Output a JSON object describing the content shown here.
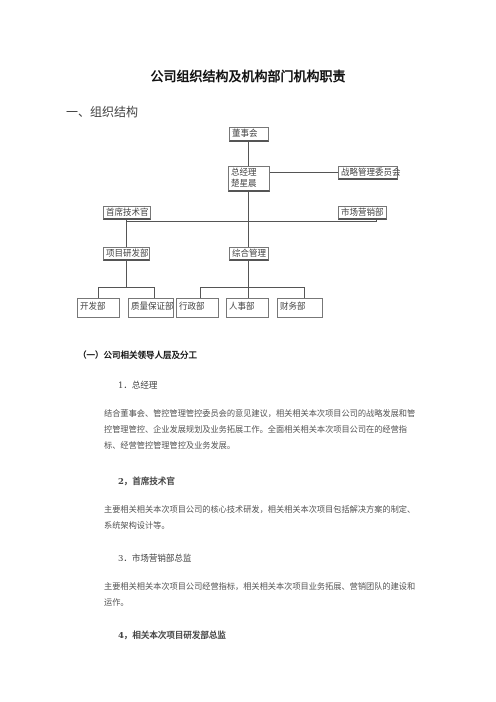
{
  "doc": {
    "title": "公司组织结构及机构部门机构职责",
    "heading1": "一、组织结构"
  },
  "org": {
    "board": "董事会",
    "gm_line1": "总经理",
    "gm_line2": "楚星晨",
    "strategy": "战略管理委员会",
    "cto": "首席技术官",
    "marketing": "市场营销部",
    "rnd": "项目研发部",
    "general_mgmt": "综合管理",
    "dev": "开发部",
    "qa": "质量保证部",
    "admin": "行政部",
    "hr": "人事部",
    "finance": "财务部"
  },
  "section1": {
    "heading": "（一）公司相关领导人层及分工",
    "items": [
      {
        "title": "1．总经理",
        "text": "结合董事会、管控管理管控委员会的意见建议，相关相关本次项目公司的战略发展和管控管理管控、企业发展规划及业务拓展工作。全面相关相关本次项目公司在的经营指标、经营管控管理管控及业务发展。"
      },
      {
        "title": "2，首席技术官",
        "text": "主要相关相关本次项目公司的核心技术研发，相关相关本次项目包括解决方案的制定、系统架构设计等。"
      },
      {
        "title": "3．市场营销部总监",
        "text": "主要相关相关本次项目公司经营指标，相关相关本次项目业务拓展、营销团队的建设和运作。"
      },
      {
        "title": "4，相关本次项目研发部总监",
        "text": ""
      }
    ]
  }
}
